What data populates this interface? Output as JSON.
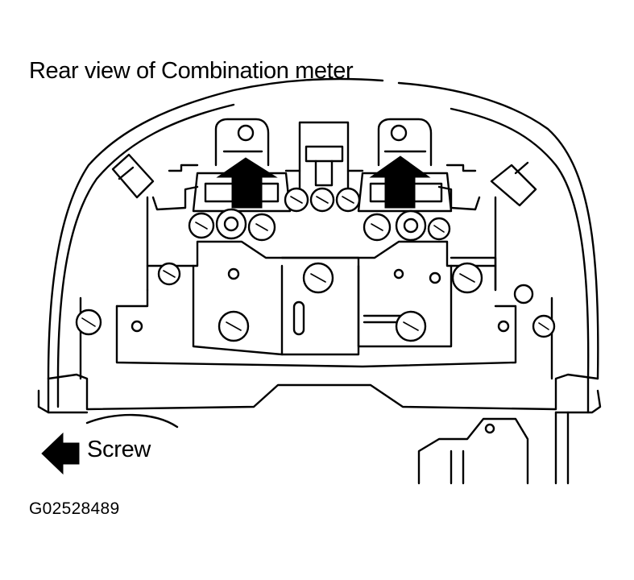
{
  "title": "Rear view of Combination meter",
  "callouts": {
    "screw": "Screw"
  },
  "figure_code": "G02528489",
  "arrows": [
    {
      "name": "screw-arrow-left",
      "direction": "up"
    },
    {
      "name": "screw-arrow-right",
      "direction": "up"
    },
    {
      "name": "legend-arrow",
      "direction": "left"
    }
  ],
  "colors": {
    "ink": "#000000",
    "paper": "#ffffff"
  }
}
